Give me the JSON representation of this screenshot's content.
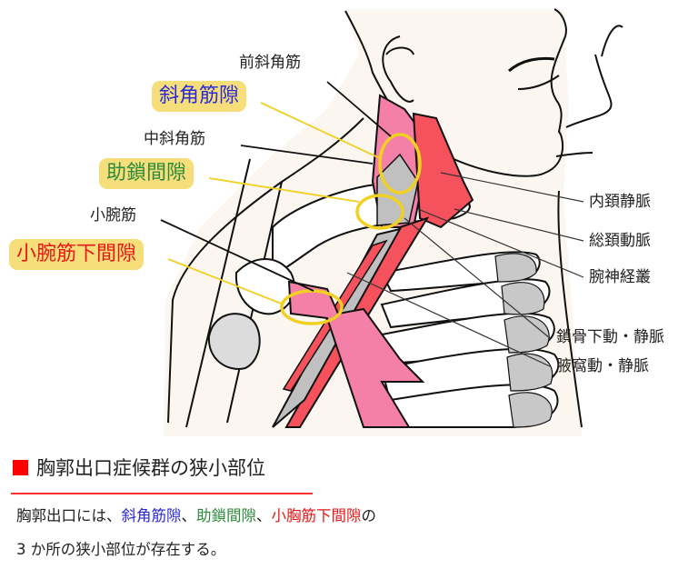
{
  "figure": {
    "colors": {
      "skin": "#fbf7f0",
      "muscle_pink": "#f47fa7",
      "artery_red": "#f5525d",
      "bone_gray": "#c8c8c8",
      "highlight_yellow": "#f0d020",
      "tag_bg": "#f6df7a"
    },
    "labels_left": {
      "anterior_scalene": "前斜角筋",
      "middle_scalene": "中斜角筋",
      "pectoralis_minor": "小腕筋"
    },
    "space_tags": {
      "scalene_space": {
        "text": "斜角筋隙",
        "color": "#2a2ad8"
      },
      "costoclavicular_space": {
        "text": "助鎖間隙",
        "color": "#2e8a3c"
      },
      "subpectoral_space": {
        "text": "小腕筋下間隙",
        "color": "#e81818"
      }
    },
    "labels_right": {
      "internal_jugular_vein": "内頚静脈",
      "common_carotid_artery": "総頚動脈",
      "brachial_plexus": "腕神経叢",
      "subclavian_vessels": "鎖骨下動・静脈",
      "axillary_vessels": "腋窩動・静脈"
    }
  },
  "caption": {
    "heading": "胸郭出口症候群の狭小部位",
    "heading_marker_color": "#ff0000",
    "line1_prefix": "胸郭出口には、",
    "line1_term1": "斜角筋隙",
    "line1_sep1": "、",
    "line1_term2": "助鎖間隙",
    "line1_sep2": "、",
    "line1_term3": "小胸筋下間隙",
    "line1_suffix": "の",
    "line2": "3 か所の狭小部位が存在する。"
  }
}
